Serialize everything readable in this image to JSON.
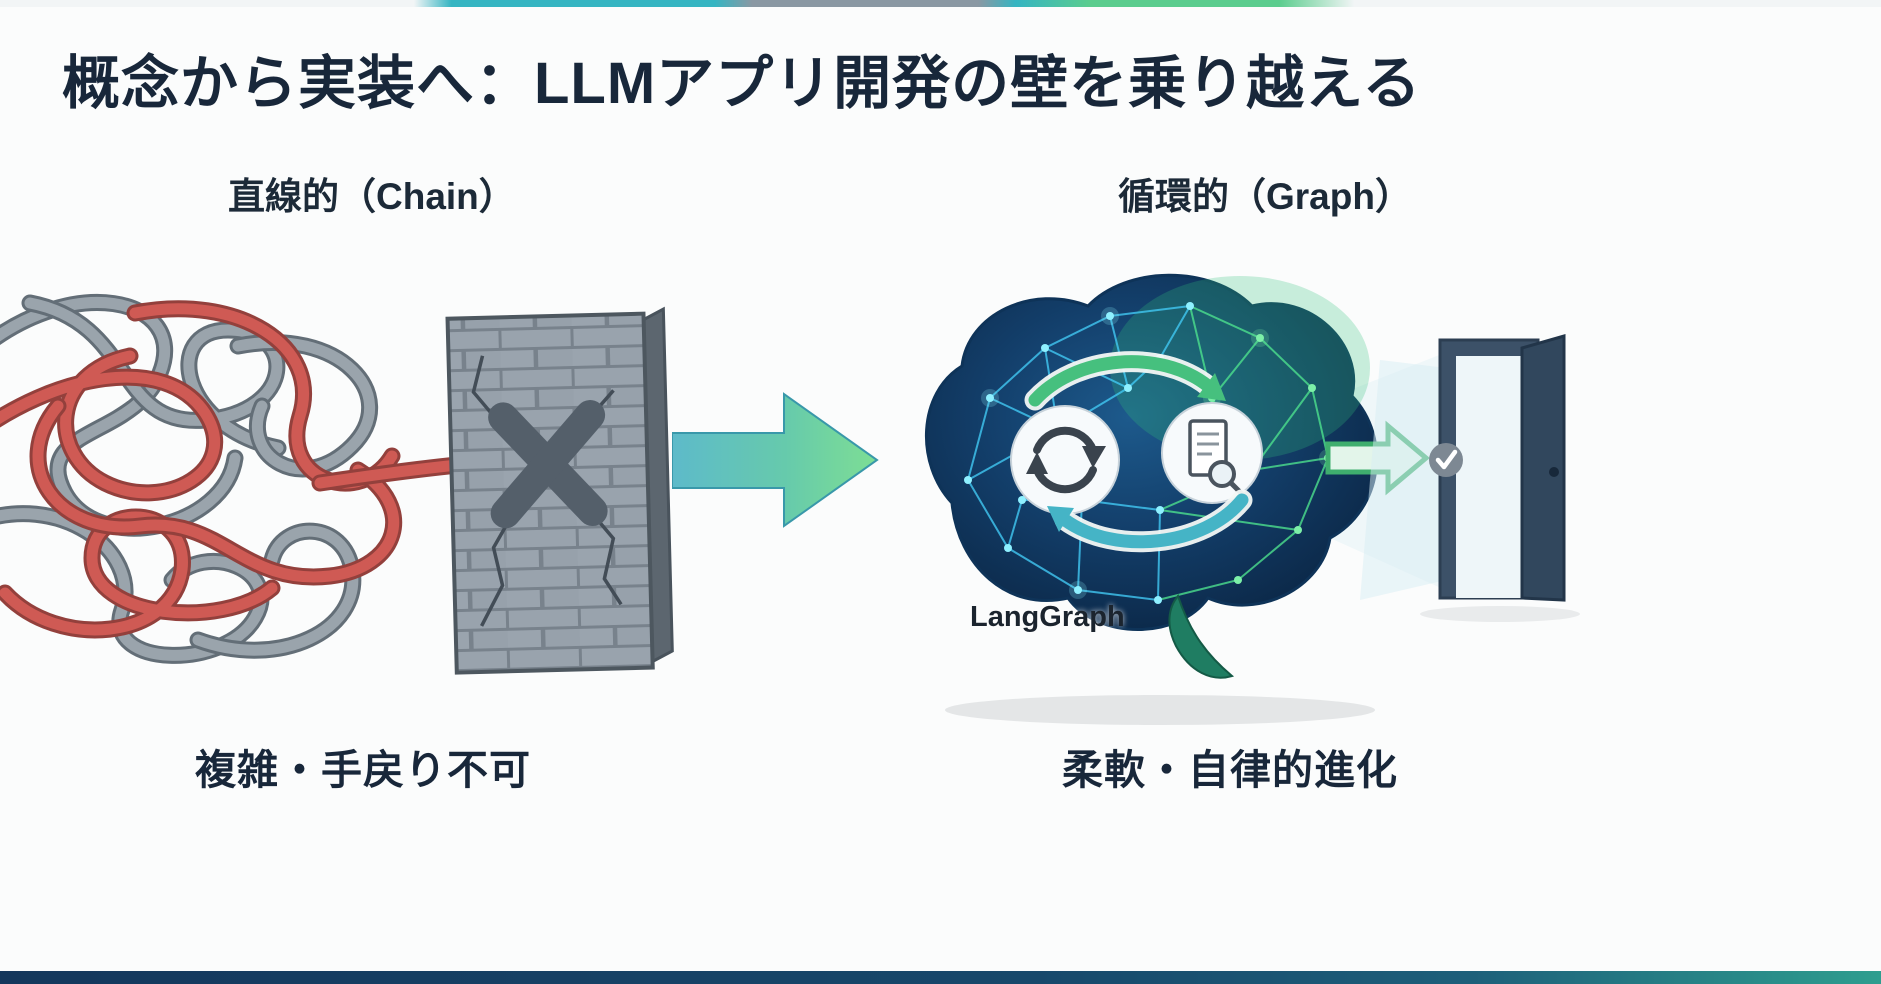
{
  "title": "概念から実装へ：LLMアプリ開発の壁を乗り越える",
  "left": {
    "label": "直線的（Chain）",
    "caption": "複雑・手戻り不可"
  },
  "right": {
    "label": "循環的（Graph）",
    "caption": "柔軟・自律的進化",
    "brand": "LangGraph"
  },
  "colors": {
    "title_text": "#18273a",
    "wire_red": "#cf5a54",
    "wire_gray": "#9aa4ac",
    "wall_brick": "#99a3ad",
    "wall_mortar": "#78828c",
    "x_mark": "#545f6a",
    "arrow_teal": "#55b7c8",
    "arrow_green": "#77dd8f",
    "brain_navy": "#133f6b",
    "network_cyan": "#41c8f2",
    "network_green": "#4ce08d",
    "loop_arrow_green": "#46c07e",
    "loop_arrow_teal": "#45b4c6",
    "door_slate": "#3c5168",
    "check_circle_gray": "#7d8893",
    "bottom_bar_navy": "#14375c"
  },
  "icons": {
    "left": [
      "tangled-wires-icon",
      "brick-wall-icon",
      "x-mark-icon",
      "cracks-icon"
    ],
    "center": [
      "transition-arrow-icon"
    ],
    "right": [
      "brain-network-icon",
      "refresh-cycle-icon",
      "document-search-icon",
      "loop-arrows-icon",
      "exit-arrow-icon",
      "open-door-icon",
      "check-circle-icon"
    ]
  }
}
